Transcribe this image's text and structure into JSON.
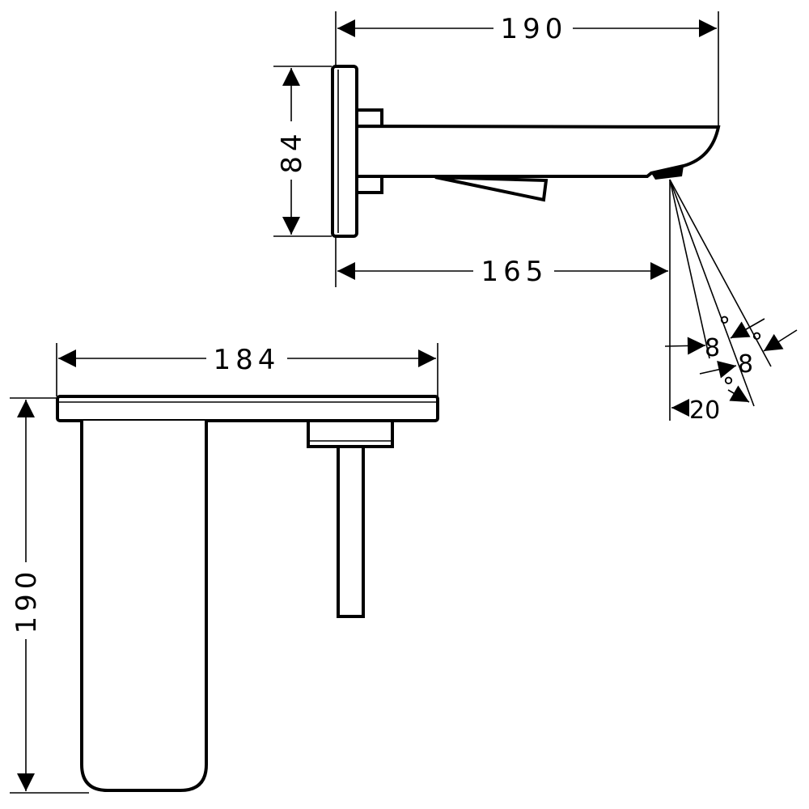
{
  "side_view": {
    "overall_length": "190",
    "plate_height": "84",
    "spout_reach": "165",
    "spray_angle_1": "8",
    "spray_angle_2": "8",
    "spray_angle_base": "20",
    "degree_symbol": "°"
  },
  "top_view": {
    "plate_width": "184",
    "overall_depth": "190"
  }
}
